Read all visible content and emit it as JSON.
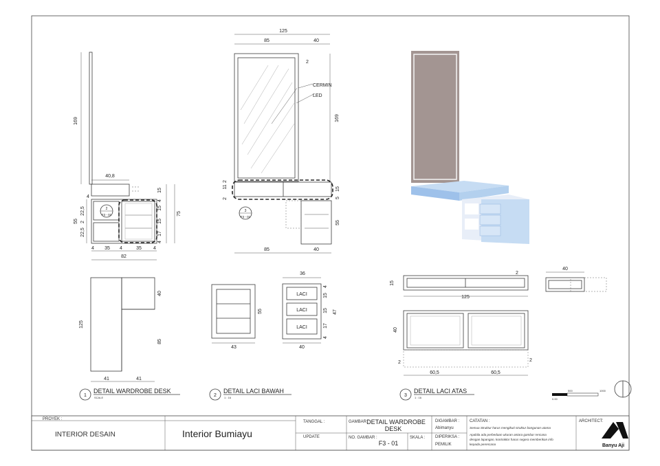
{
  "dims": {
    "d125_top": "125",
    "d85_top": "85",
    "d40_top": "40",
    "d2_top": "2",
    "d169_left": "169",
    "d169_mid": "169",
    "d40_8": "40,8",
    "d4_a": "4",
    "d15_r1": "15",
    "d4_r1": "4",
    "d15_r2": "15",
    "d15_r3": "15",
    "d17_r": "17",
    "d4_r2": "4",
    "d75": "75",
    "d55_left": "55",
    "d22_5_a": "22,5",
    "d2_a": "2",
    "d22_5_b": "22,5",
    "d4_b1": "4",
    "d35_a": "35",
    "d4_b2": "4",
    "d35_b": "35",
    "d4_b3": "4",
    "d82": "82",
    "d11_m": "11",
    "d2_m1": "2",
    "d2_m2": "2",
    "d15_m1": "15",
    "d5_m": "5",
    "d55_m": "55",
    "d85_bot": "85",
    "d40_bot": "40",
    "d125_plan": "125",
    "d40_plan": "40",
    "d85_plan": "85",
    "d41_a": "41",
    "d41_b": "41",
    "d55_laci": "55",
    "d43": "43",
    "d36": "36",
    "d4_l1": "4",
    "d15_l1": "15",
    "d15_l2": "15",
    "d47": "47",
    "d17_l": "17",
    "d4_l2": "4",
    "d40_laci": "40",
    "d2_top_atas": "2",
    "d15_atas": "15",
    "d125_atas": "125",
    "d40_side": "40",
    "d40_atas_plan": "40",
    "d2_atas_l": "2",
    "d2_atas_r": "2",
    "d60_5_a": "60,5",
    "d60_5_b": "60,5"
  },
  "labels": {
    "cermin": "CERMIN",
    "led": "LED",
    "laci": [
      "LACI",
      "LACI",
      "LACI"
    ],
    "callout_a_num": "2",
    "callout_a_ref": "F3 - 01",
    "callout_b_num": "3",
    "callout_b_ref": "F3 - 01"
  },
  "details": [
    {
      "num": "1",
      "title": "DETAIL WARDROBE DESK",
      "scale": "SCALE"
    },
    {
      "num": "2",
      "title": "DETAIL LACI BAWAH",
      "scale": "1 : 16"
    },
    {
      "num": "3",
      "title": "DETAIL LACI ATAS",
      "scale": "1 : 16"
    }
  ],
  "scale_bar": {
    "mid": "500",
    "end": "1000",
    "start": "0.00"
  },
  "title_block": {
    "proyek_label": "PROYEK :",
    "proyek_value": "INTERIOR DESAIN",
    "project_name": "Interior Bumiayu",
    "tanggal_label": "TANGGAL :",
    "update_label": "UPDATE",
    "gambar_label": "GAMBAR :",
    "gambar_value_1": "DETAIL WARDROBE",
    "gambar_value_2": "DESK",
    "no_gambar_label": "NO. GAMBAR :",
    "no_gambar_value": "F3 - 01",
    "skala_label": "SKALA :",
    "digambar_label": "DIGAMBAR :",
    "digambar_value": "Abimanyu",
    "diperiksa_label": "DIPERIKSA :",
    "pemilik_value": "PEMILIK",
    "catatan_label": "CATATAN :",
    "catatan_1": "Semua Struktur harus mengikuti struktur bangunan utama",
    "catatan_2a": "Apabila ada perbedaan ukuran antara gambar rencana",
    "catatan_2b": "dengan lapangan, kontraktor harus segera memberikan info",
    "catatan_2c": "kepada perencana",
    "architect_label": "ARCHITECT:",
    "architect_name": "Banyu Aji"
  },
  "colors": {
    "line": "#3a3a3a",
    "mirror": "#a39592",
    "blue_light": "#c6dcf3",
    "blue_mid": "#9ec1ea",
    "gray_panel": "#8c8c8c"
  }
}
